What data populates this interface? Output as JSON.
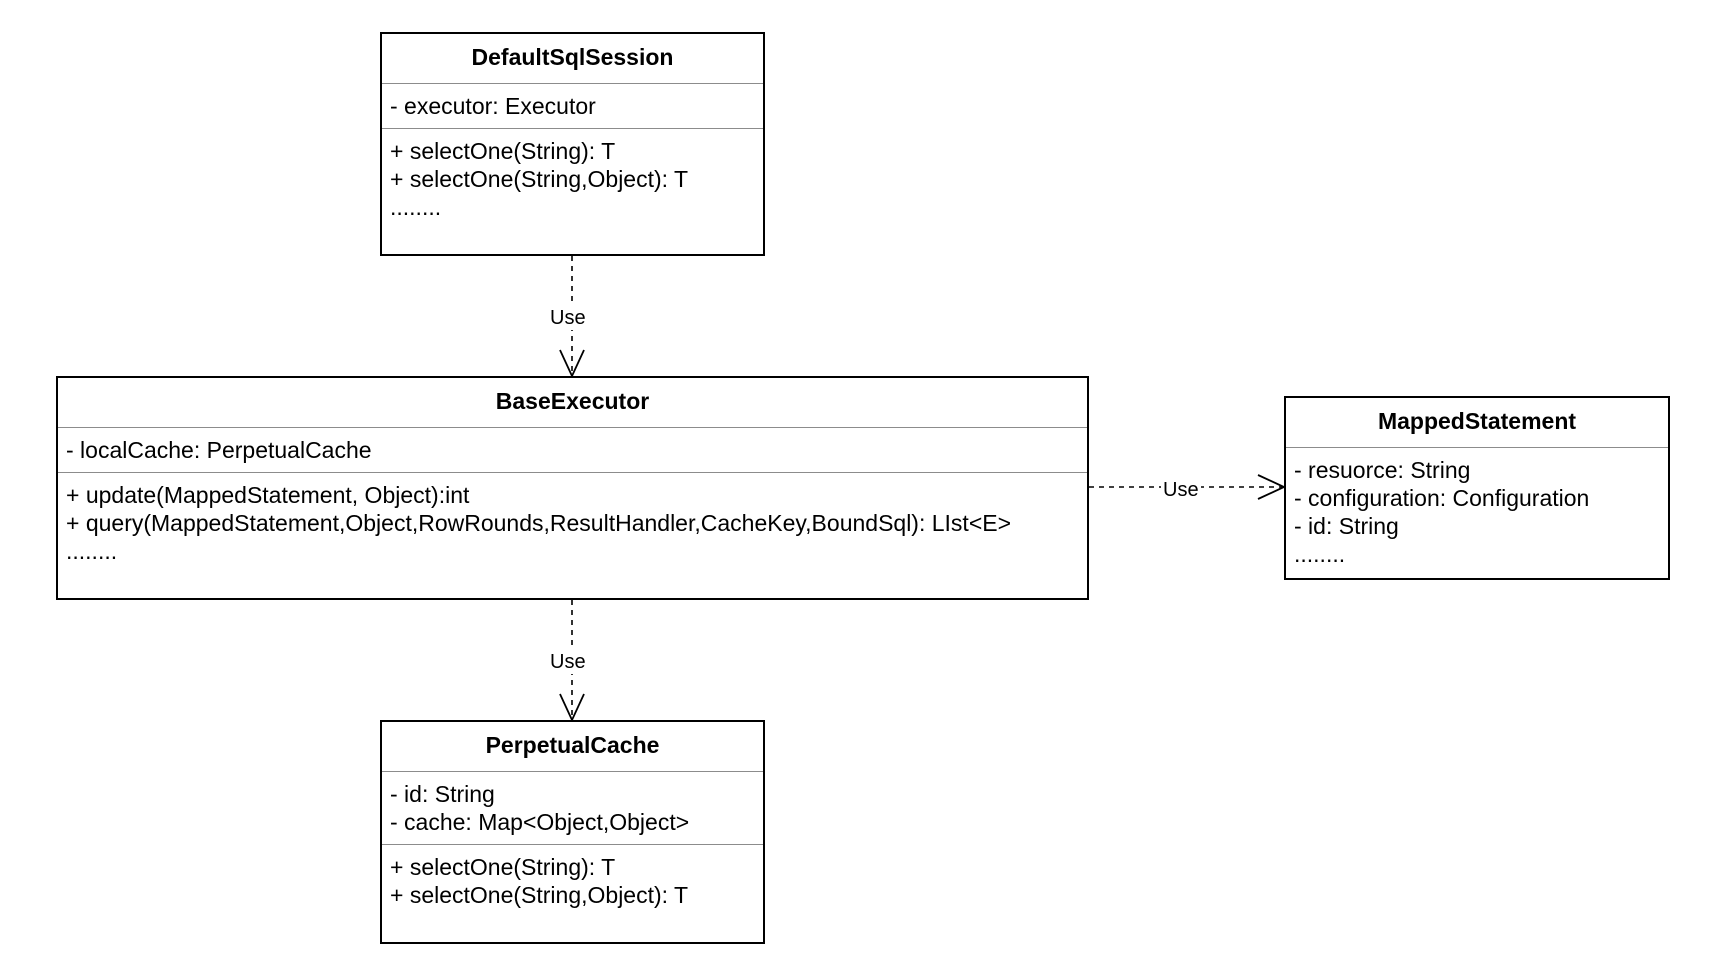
{
  "classes": {
    "default_sql_session": {
      "name": "DefaultSqlSession",
      "attributes": [
        "- executor: Executor"
      ],
      "methods": [
        "+ selectOne(String): T",
        "+ selectOne(String,Object): T",
        "........"
      ]
    },
    "base_executor": {
      "name": "BaseExecutor",
      "attributes": [
        "- localCache: PerpetualCache"
      ],
      "methods": [
        "+ update(MappedStatement, Object):int",
        "+ query(MappedStatement,Object,RowRounds,ResultHandler,CacheKey,BoundSql): LIst<E>",
        "........"
      ]
    },
    "mapped_statement": {
      "name": "MappedStatement",
      "attributes": [
        "- resuorce: String",
        "- configuration: Configuration",
        "- id: String",
        "........"
      ]
    },
    "perpetual_cache": {
      "name": "PerpetualCache",
      "attributes": [
        "- id: String",
        "- cache: Map<Object,Object>"
      ],
      "methods": [
        "+ selectOne(String): T",
        "+ selectOne(String,Object): T"
      ]
    }
  },
  "relations": [
    {
      "from": "DefaultSqlSession",
      "to": "BaseExecutor",
      "label": "Use"
    },
    {
      "from": "BaseExecutor",
      "to": "MappedStatement",
      "label": "Use"
    },
    {
      "from": "BaseExecutor",
      "to": "PerpetualCache",
      "label": "Use"
    }
  ]
}
